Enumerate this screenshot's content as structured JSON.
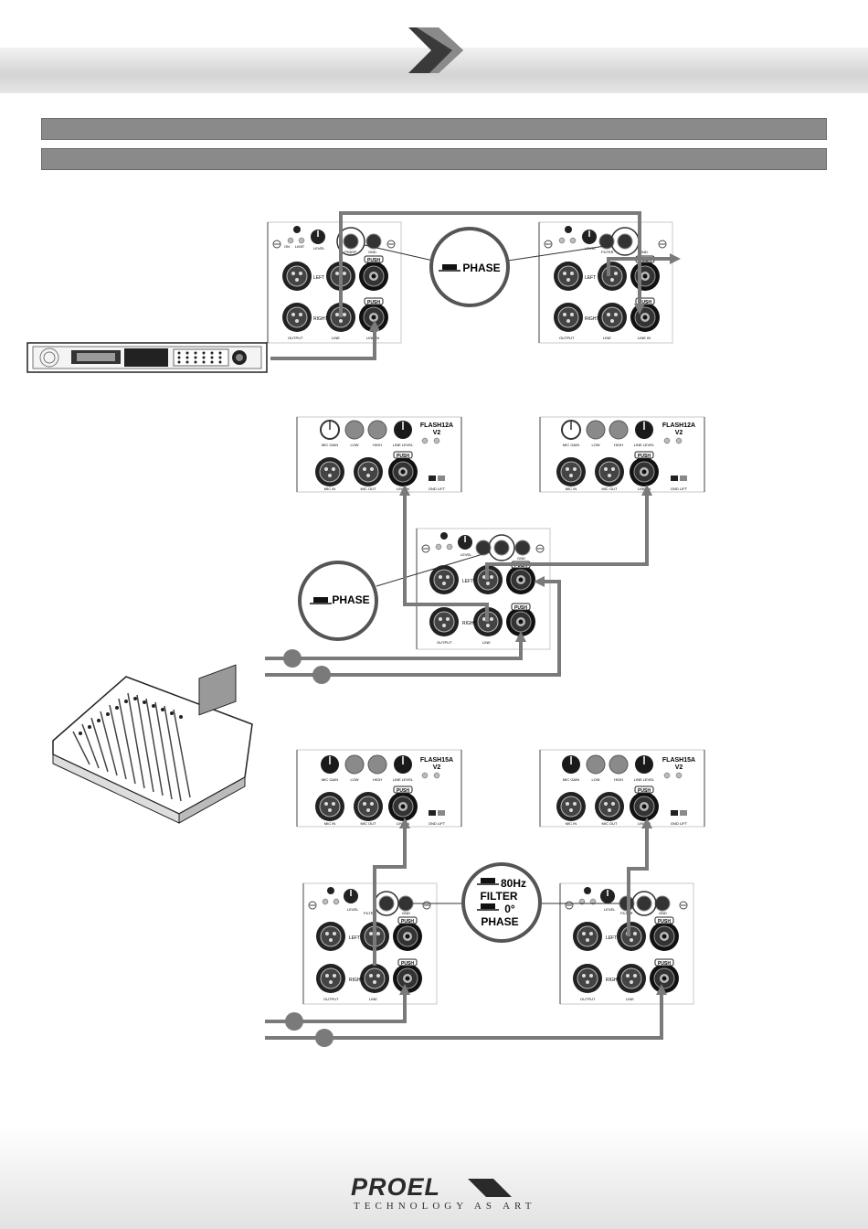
{
  "labels": {
    "phase": "PHASE",
    "filter": "FILTER",
    "hz80": "80Hz",
    "deg0": "0°",
    "push": "PUSH",
    "left": "LEFT",
    "right": "RIGHT",
    "output": "OUTPUT",
    "line": "LINE",
    "line_in": "LINE IN",
    "level": "LEVEL",
    "filter_small": "FILTER",
    "phase_small": "PHASE",
    "gnd": "GND",
    "on": "ON",
    "limit": "LIMIT",
    "mic_in": "MIC IN",
    "mic_out": "MIC OUT",
    "gnd_lift": "GND LIFT",
    "mic_gain": "MIC GAIN",
    "low": "LOW",
    "high": "HIGH",
    "line_level": "LINE LEVEL",
    "flash12a": "FLASH12A",
    "flash15a": "FLASH15A",
    "v2": "V2"
  },
  "footer": {
    "brand": "PROEL",
    "tagline": "TECHNOLOGY AS ART"
  }
}
